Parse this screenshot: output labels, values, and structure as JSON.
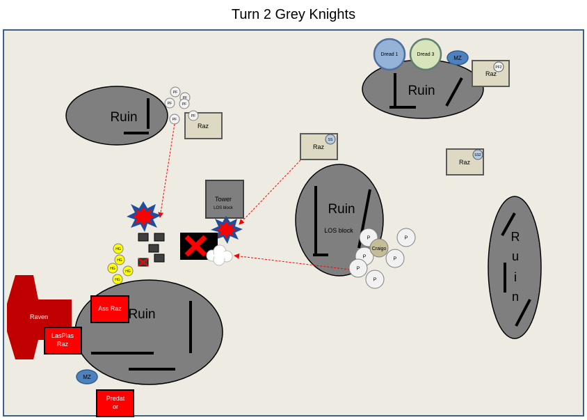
{
  "title": "Turn 2 Grey Knights",
  "ruins": {
    "ruin1": "Ruin",
    "ruin2": "Ruin",
    "ruin3": "Ruin",
    "ruin3_sub": "LOS block",
    "ruin4": "Ruin",
    "ruin5": [
      "R",
      "u",
      "i",
      "n"
    ]
  },
  "tower": {
    "line1": "Tower",
    "line2": "LOS block"
  },
  "raz_boxes": [
    "Raz",
    "Raz",
    "Raz",
    "Raz"
  ],
  "raz_tags": {
    "ss": "SS",
    "ss2": "SS2",
    "pf2": "PF2"
  },
  "dreads": [
    "Dread 1",
    "Dread 3"
  ],
  "mz": [
    "MZ",
    "MZ"
  ],
  "pf_label": "PF",
  "hg_label": "HG",
  "p_label": "P",
  "craigo": "Craigo",
  "red_units": {
    "ass_raz": "Ass Raz",
    "lasplas_1": "LasPlas",
    "lasplas_2": "Raz",
    "raven": "Raven",
    "predator_1": "Predat",
    "predator_2": "or"
  },
  "colors": {
    "ruin_fill": "#7f7f7f",
    "board_bg": "#eeebe2",
    "board_border": "#3a5f8a",
    "raz_fill": "#ddd9c3",
    "red_unit": "#ff0000",
    "raven": "#c00000",
    "hg": "#ffff00",
    "mz": "#4f81bd",
    "dread1": "#95b3d7",
    "dread3": "#d7e4bc",
    "arrow": "#ff0000"
  }
}
